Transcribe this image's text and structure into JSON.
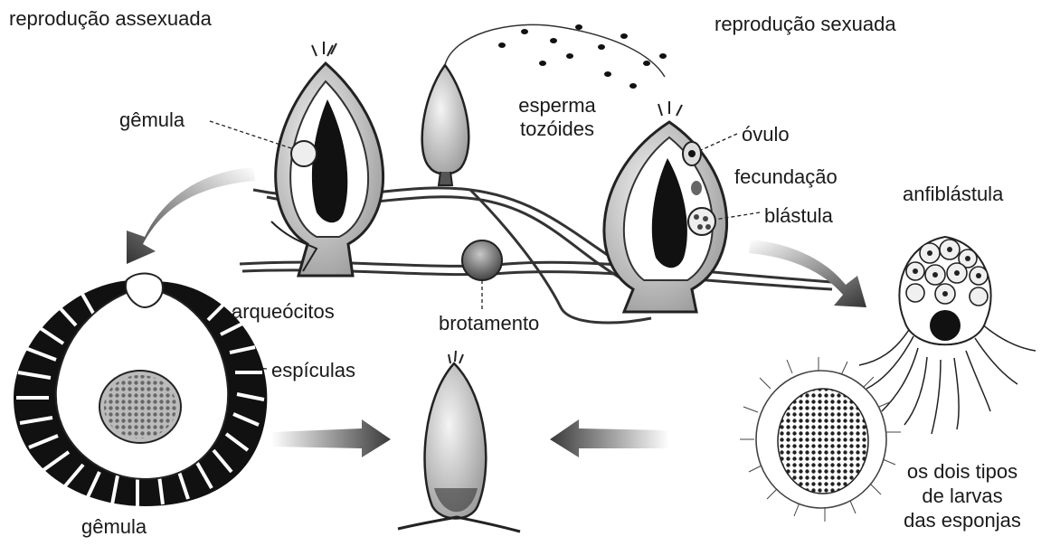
{
  "titles": {
    "asexual": "reprodução assexuada",
    "sexual": "reprodução sexuada"
  },
  "labels": {
    "gemula_top": "gêmula",
    "espermatozoides_1": "esperma",
    "espermatozoides_2": "tozóides",
    "ovulo": "óvulo",
    "fecundacao": "fecundação",
    "blastula": "blástula",
    "anfiblastula": "anfiblástula",
    "arqueocitos": "arqueócitos",
    "brotamento": "brotamento",
    "espiculas": "espículas",
    "gemula_bottom": "gêmula",
    "larvas_1": "os dois tipos",
    "larvas_2": "de larvas",
    "larvas_3": "das esponjas"
  },
  "colors": {
    "ink": "#1a1a1a",
    "shade": "#6b6b6b",
    "light": "#d9d9d9",
    "background": "#ffffff"
  }
}
